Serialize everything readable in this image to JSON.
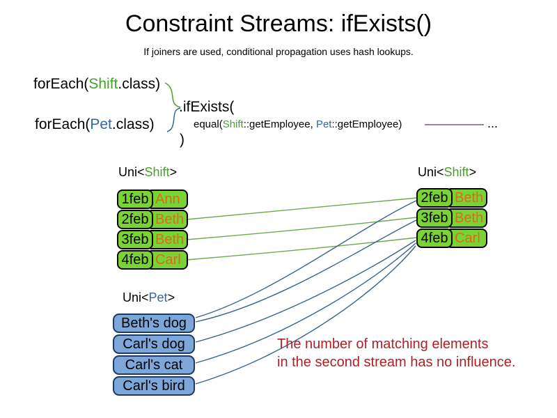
{
  "title": "Constraint Streams: ifExists()",
  "subtitle": "If joiners are used, conditional propagation uses hash lookups.",
  "code": {
    "foreach_shift": {
      "fn": "forEach(",
      "cls": "Shift",
      "rest": ".class)"
    },
    "foreach_pet": {
      "fn": "forEach(",
      "cls": "Pet",
      "rest": ".class)"
    },
    "if_exists": ".ifExists(",
    "equal": {
      "fn": "equal(",
      "arg1_cls": "Shift",
      "arg1_rest": "::getEmployee, ",
      "arg2_cls": "Pet",
      "arg2_rest": "::getEmployee)"
    },
    "close": ")",
    "ellipsis": "..."
  },
  "left_shift_table": {
    "label": {
      "pre": "Uni<",
      "cls": "Shift",
      "post": ">"
    },
    "rows": [
      {
        "date": "1feb",
        "name": "Ann"
      },
      {
        "date": "2feb",
        "name": "Beth"
      },
      {
        "date": "3feb",
        "name": "Beth"
      },
      {
        "date": "4feb",
        "name": "Carl"
      }
    ]
  },
  "right_shift_table": {
    "label": {
      "pre": "Uni<",
      "cls": "Shift",
      "post": ">"
    },
    "rows": [
      {
        "date": "2feb",
        "name": "Beth"
      },
      {
        "date": "3feb",
        "name": "Beth"
      },
      {
        "date": "4feb",
        "name": "Carl"
      }
    ]
  },
  "pet_list": {
    "label": {
      "pre": "Uni<",
      "cls": "Pet",
      "post": ">"
    },
    "items": [
      "Beth's dog",
      "Carl's dog",
      "Carl's cat",
      "Carl's bird"
    ]
  },
  "note": {
    "line1": "The number of matching elements",
    "line2": "in the second stream has no influence."
  },
  "colors": {
    "shift_green_text": "#44a228",
    "pet_blue_text": "#3465a4",
    "cell_green_fill": "#7ad334",
    "name_orange_text": "#d96c1f",
    "pet_box_fill": "#7da7d8",
    "pet_box_border": "#1c3a5e",
    "green_line": "#6fa84f",
    "blue_line": "#3a648f",
    "purple_line": "#7a5b7c",
    "note_red": "#b02025"
  }
}
